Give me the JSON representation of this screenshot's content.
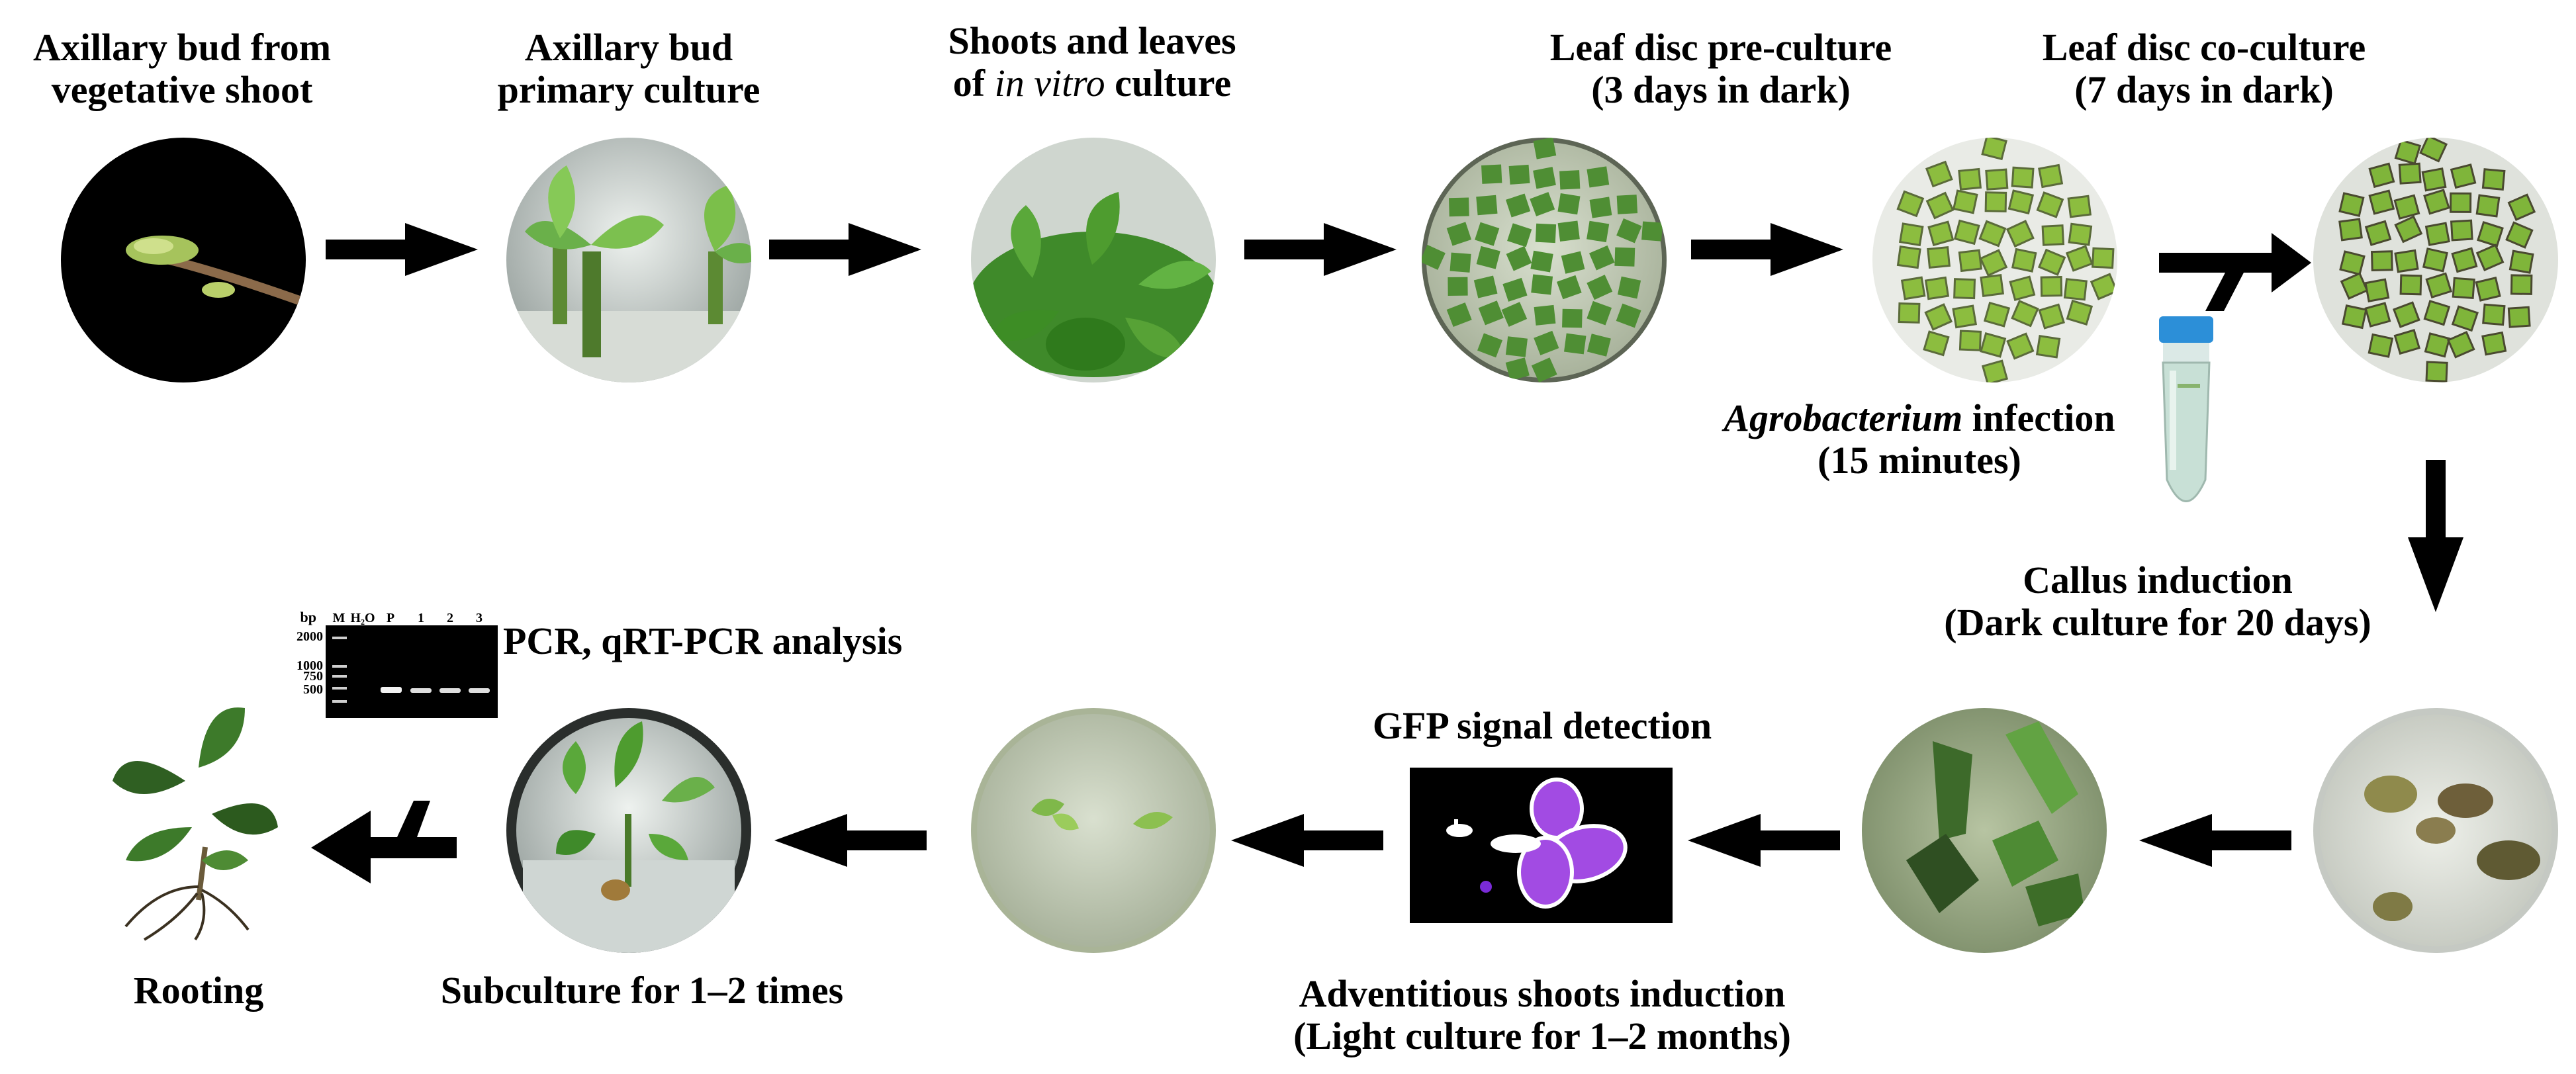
{
  "steps": {
    "s1": {
      "line1": "Axillary bud from",
      "line2": "vegetative shoot"
    },
    "s2": {
      "line1": "Axillary bud",
      "line2": "primary culture"
    },
    "s3": {
      "line1": "Shoots and leaves",
      "line2_pre": "of ",
      "line2_em": "in vitro",
      "line2_post": " culture"
    },
    "s4": {
      "line1": "Leaf disc pre-culture",
      "line2": "(3 days in dark)"
    },
    "s5": {
      "line1": "Leaf disc co-culture",
      "line2": "(7 days in dark)"
    },
    "infection": {
      "em": "Agrobacterium",
      "rest": " infection",
      "line2": "(15 minutes)"
    },
    "callus": {
      "line1": "Callus induction",
      "line2": "(Dark culture for 20 days)"
    },
    "gfp": {
      "label": "GFP signal detection"
    },
    "adventitious": {
      "line1": "Adventitious shoots induction",
      "line2": "(Light culture for 1–2 months)"
    },
    "subculture": {
      "label": "Subculture for 1–2 times"
    },
    "rooting": {
      "label": "Rooting"
    },
    "pcr": {
      "label": "PCR, qRT-PCR analysis"
    }
  },
  "gel": {
    "bp_label": "bp",
    "lanes": [
      "M",
      "H₂O",
      "P",
      "1",
      "2",
      "3"
    ],
    "sizes": [
      "2000",
      "1000",
      "750",
      "500"
    ]
  },
  "colors": {
    "arrow": "#000000",
    "leaf": "#6aa536",
    "agar": "#c9d2b8",
    "gfp_purple": "#a24be3"
  }
}
